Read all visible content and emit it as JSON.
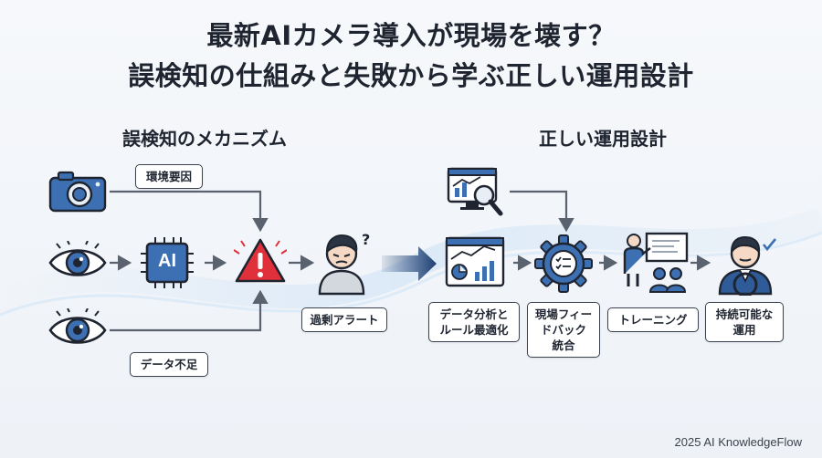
{
  "title": {
    "line1": "最新AIカメラ導入が現場を壊す？",
    "line2": "誤検知の仕組みと失敗から学ぶ正しい運用設計"
  },
  "left": {
    "heading": "誤検知のメカニズム",
    "env_label": "環境要因",
    "data_label": "データ不足",
    "alert_label": "過剰アラート",
    "chip_text": "AI"
  },
  "right": {
    "heading": "正しい運用設計",
    "steps": [
      "データ分析と\nルール最適化",
      "現場フィー\nドバック\n統合",
      "トレーニング",
      "持続可能な\n運用"
    ]
  },
  "icons": [
    "camera-icon",
    "eye-icon",
    "ai-chip-icon",
    "warning-icon",
    "confused-person-icon",
    "analytics-monitor-icon",
    "dashboard-chart-icon",
    "gear-checklist-icon",
    "trainer-presentation-icon",
    "driver-operator-icon"
  ],
  "colors": {
    "accent_blue": "#3d6fb3",
    "warning_red": "#e0303a",
    "arrow_gray": "#5a6270",
    "dark": "#1f2530"
  },
  "footer": "2025 AI KnowledgeFlow"
}
